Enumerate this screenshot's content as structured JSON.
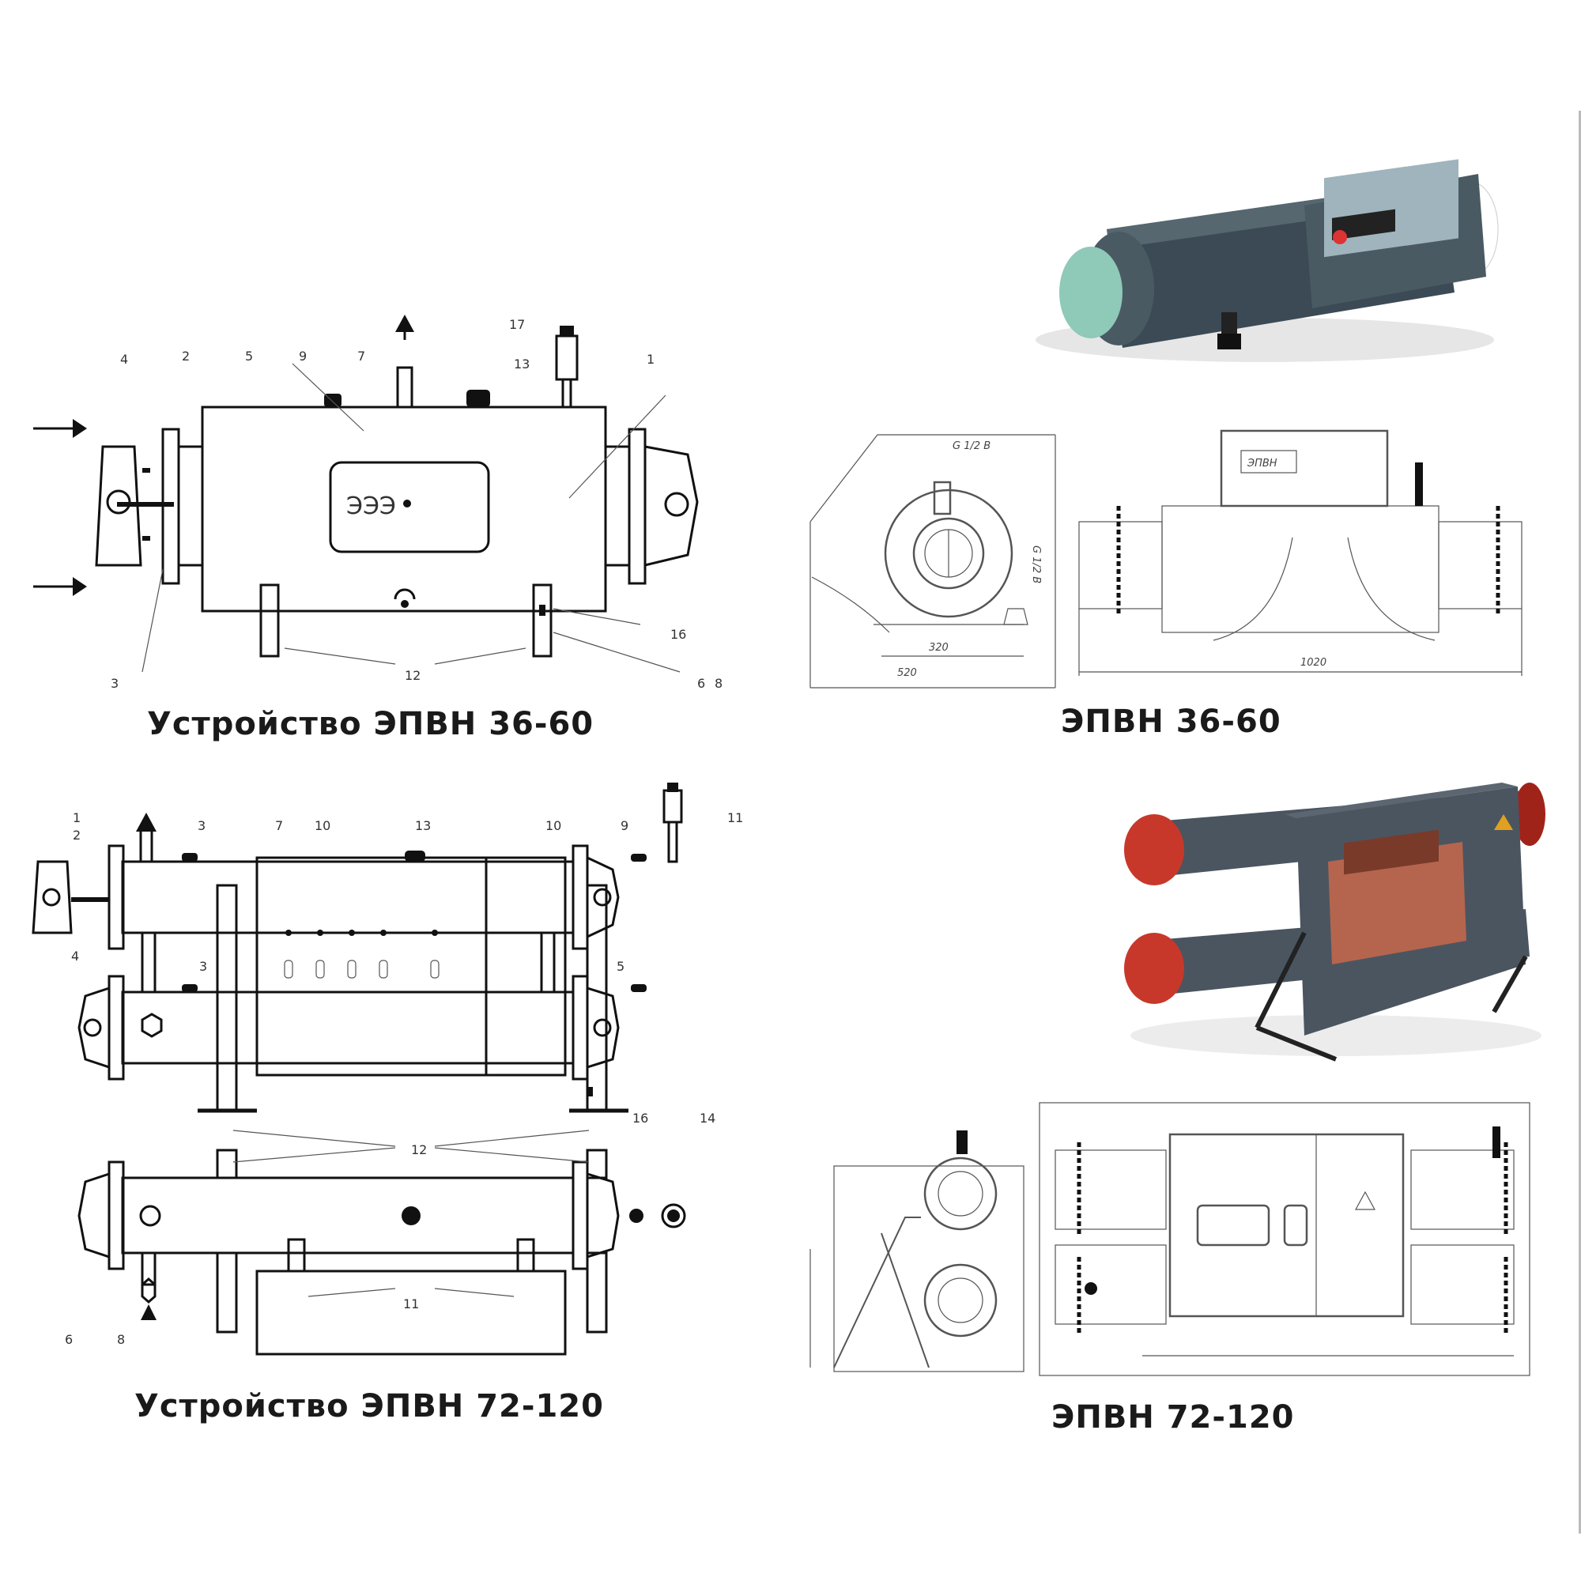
{
  "captions": {
    "device_36_60": "Устройство ЭПВН 36-60",
    "model_36_60": "ЭПВН 36-60",
    "device_72_120": "Устройство ЭПВН 72-120",
    "model_72_120": "ЭПВН 72-120"
  },
  "callouts_36_60": [
    "4",
    "2",
    "5",
    "9",
    "7",
    "17",
    "13",
    "1",
    "3",
    "12",
    "16",
    "6",
    "8"
  ],
  "callouts_72_120": [
    "1",
    "2",
    "3",
    "7",
    "10",
    "13",
    "10",
    "9",
    "11",
    "3",
    "5",
    "4",
    "12",
    "16",
    "14",
    "11",
    "6",
    "8"
  ],
  "dimensions_36_60": [
    "G 1/2 B",
    "G 1/2 B",
    "320",
    "520",
    "1020"
  ],
  "colors": {
    "line": "#111111",
    "heater_body": "#3b4a55",
    "heater_cap": "#8fc9b8",
    "heater_panel": "#9fb4bd",
    "heater_red_cap": "#c8382a",
    "control_box": "#4b5560",
    "control_panel": "#b5654e"
  }
}
